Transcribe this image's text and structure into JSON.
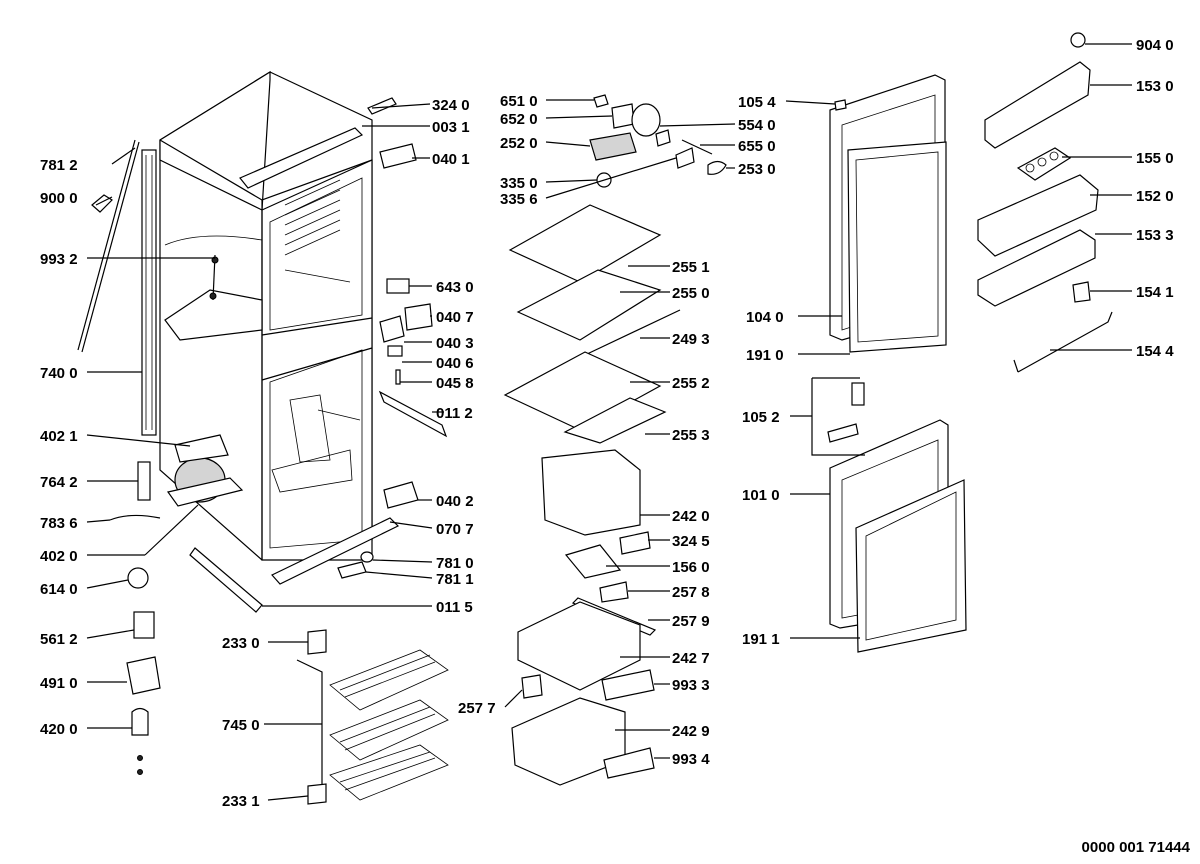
{
  "drawing_number": "0000 001 71444",
  "callouts": [
    {
      "id": "c3240",
      "label": "324 0"
    },
    {
      "id": "c0031",
      "label": "003 1"
    },
    {
      "id": "c0401",
      "label": "040 1"
    },
    {
      "id": "c7812",
      "label": "781 2"
    },
    {
      "id": "c9000",
      "label": "900 0"
    },
    {
      "id": "c9932",
      "label": "993 2"
    },
    {
      "id": "c6430",
      "label": "643 0"
    },
    {
      "id": "c0407",
      "label": "040 7"
    },
    {
      "id": "c0403",
      "label": "040 3"
    },
    {
      "id": "c0406",
      "label": "040 6"
    },
    {
      "id": "c0458",
      "label": "045 8"
    },
    {
      "id": "c7400",
      "label": "740 0"
    },
    {
      "id": "c0112",
      "label": "011 2"
    },
    {
      "id": "c4021",
      "label": "402 1"
    },
    {
      "id": "c7642",
      "label": "764 2"
    },
    {
      "id": "c0402",
      "label": "040 2"
    },
    {
      "id": "c7836",
      "label": "783 6"
    },
    {
      "id": "c0707",
      "label": "070 7"
    },
    {
      "id": "c4020",
      "label": "402 0"
    },
    {
      "id": "c7810",
      "label": "781 0"
    },
    {
      "id": "c7811",
      "label": "781 1"
    },
    {
      "id": "c6140",
      "label": "614 0"
    },
    {
      "id": "c0115",
      "label": "011 5"
    },
    {
      "id": "c5612",
      "label": "561 2"
    },
    {
      "id": "c2330",
      "label": "233 0"
    },
    {
      "id": "c4910",
      "label": "491 0"
    },
    {
      "id": "c7450",
      "label": "745 0"
    },
    {
      "id": "c4200",
      "label": "420 0"
    },
    {
      "id": "c2331",
      "label": "233 1"
    },
    {
      "id": "c6510",
      "label": "651 0"
    },
    {
      "id": "c6520",
      "label": "652 0"
    },
    {
      "id": "c2520",
      "label": "252 0"
    },
    {
      "id": "c3350",
      "label": "335 0"
    },
    {
      "id": "c3356",
      "label": "335 6"
    },
    {
      "id": "c5540",
      "label": "554 0"
    },
    {
      "id": "c6550",
      "label": "655 0"
    },
    {
      "id": "c2530",
      "label": "253 0"
    },
    {
      "id": "c2551",
      "label": "255 1"
    },
    {
      "id": "c2550",
      "label": "255 0"
    },
    {
      "id": "c2493",
      "label": "249 3"
    },
    {
      "id": "c2552",
      "label": "255 2"
    },
    {
      "id": "c2553",
      "label": "255 3"
    },
    {
      "id": "c2420",
      "label": "242 0"
    },
    {
      "id": "c3245",
      "label": "324 5"
    },
    {
      "id": "c1560",
      "label": "156 0"
    },
    {
      "id": "c2578",
      "label": "257 8"
    },
    {
      "id": "c2579",
      "label": "257 9"
    },
    {
      "id": "c2427",
      "label": "242 7"
    },
    {
      "id": "c9933",
      "label": "993 3"
    },
    {
      "id": "c2577",
      "label": "257 7"
    },
    {
      "id": "c2429",
      "label": "242 9"
    },
    {
      "id": "c9934",
      "label": "993 4"
    },
    {
      "id": "c1054",
      "label": "105 4"
    },
    {
      "id": "c1040",
      "label": "104 0"
    },
    {
      "id": "c1910",
      "label": "191 0"
    },
    {
      "id": "c1052",
      "label": "105 2"
    },
    {
      "id": "c1010",
      "label": "101 0"
    },
    {
      "id": "c1911",
      "label": "191 1"
    },
    {
      "id": "c9040",
      "label": "904 0"
    },
    {
      "id": "c1530",
      "label": "153 0"
    },
    {
      "id": "c1550",
      "label": "155 0"
    },
    {
      "id": "c1520",
      "label": "152 0"
    },
    {
      "id": "c1533",
      "label": "153 3"
    },
    {
      "id": "c1541",
      "label": "154 1"
    },
    {
      "id": "c1544",
      "label": "154 4"
    }
  ]
}
